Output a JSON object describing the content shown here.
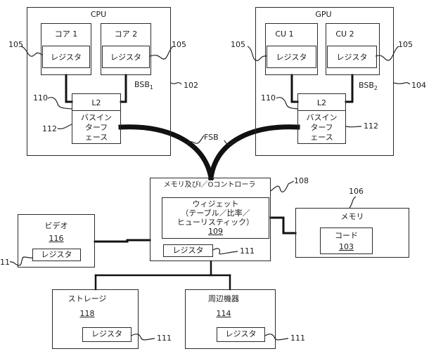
{
  "cpu": {
    "title": "CPU",
    "ref": "102",
    "bsb": "BSB",
    "bsb_sub": "1",
    "cores": [
      {
        "label": "コア 1",
        "register": "レジスタ",
        "register_ref": "105"
      },
      {
        "label": "コア 2",
        "register": "レジスタ",
        "register_ref": "105"
      }
    ],
    "l2": "L2",
    "l2_ref": "110",
    "bus_if": [
      "バスイン",
      "ターフ",
      "ェース"
    ],
    "bus_if_ref": "112"
  },
  "gpu": {
    "title": "GPU",
    "ref": "104",
    "bsb": "BSB",
    "bsb_sub": "2",
    "cores": [
      {
        "label": "CU 1",
        "register": "レジスタ",
        "register_ref": "105"
      },
      {
        "label": "CU 2",
        "register": "レジスタ",
        "register_ref": "105"
      }
    ],
    "l2": "L2",
    "l2_ref": "110",
    "bus_if": [
      "バスイン",
      "ターフ",
      "ェース"
    ],
    "bus_if_ref": "112"
  },
  "fsb": "FSB",
  "controller": {
    "title": "メモリ及びI／Oコントローラ",
    "ref": "108",
    "widget": [
      "ウィジェット",
      "（テーブル／比率／",
      "ヒューリスティック）"
    ],
    "widget_ref": "109",
    "register": "レジスタ",
    "register_ref": "111"
  },
  "memory": {
    "title": "メモリ",
    "ref": "106",
    "code": "コード",
    "code_ref": "103"
  },
  "video": {
    "title": "ビデオ",
    "ref": "116",
    "register": "レジスタ",
    "register_ref": "11"
  },
  "storage": {
    "title": "ストレージ",
    "ref": "118",
    "register": "レジスタ",
    "register_ref": "111"
  },
  "peripheral": {
    "title": "周辺機器",
    "ref": "114",
    "register": "レジスタ",
    "register_ref": "111"
  }
}
